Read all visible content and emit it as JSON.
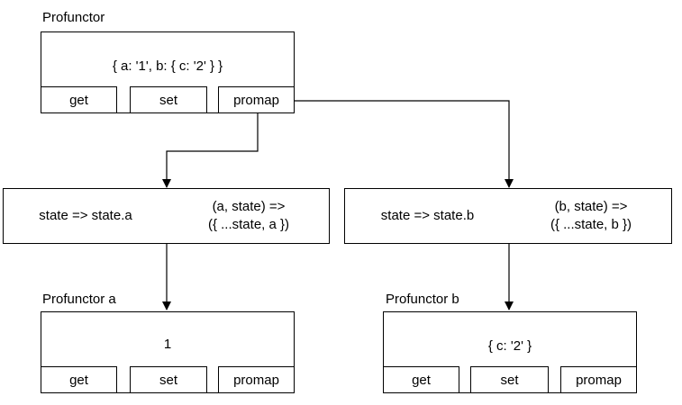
{
  "root": {
    "title": "Profunctor",
    "value": "{ a: '1', b: { c: '2' } }",
    "buttons": {
      "get": "get",
      "set": "set",
      "promap": "promap"
    }
  },
  "lens_a": {
    "getter": "state => state.a",
    "setter_line1": "(a, state) =>",
    "setter_line2": "({ ...state, a })"
  },
  "lens_b": {
    "getter": "state => state.b",
    "setter_line1": "(b, state) =>",
    "setter_line2": "({ ...state, b })"
  },
  "child_a": {
    "title": "Profunctor a",
    "value": "1",
    "buttons": {
      "get": "get",
      "set": "set",
      "promap": "promap"
    }
  },
  "child_b": {
    "title": "Profunctor b",
    "value": "{ c: '2' }",
    "buttons": {
      "get": "get",
      "set": "set",
      "promap": "promap"
    }
  }
}
